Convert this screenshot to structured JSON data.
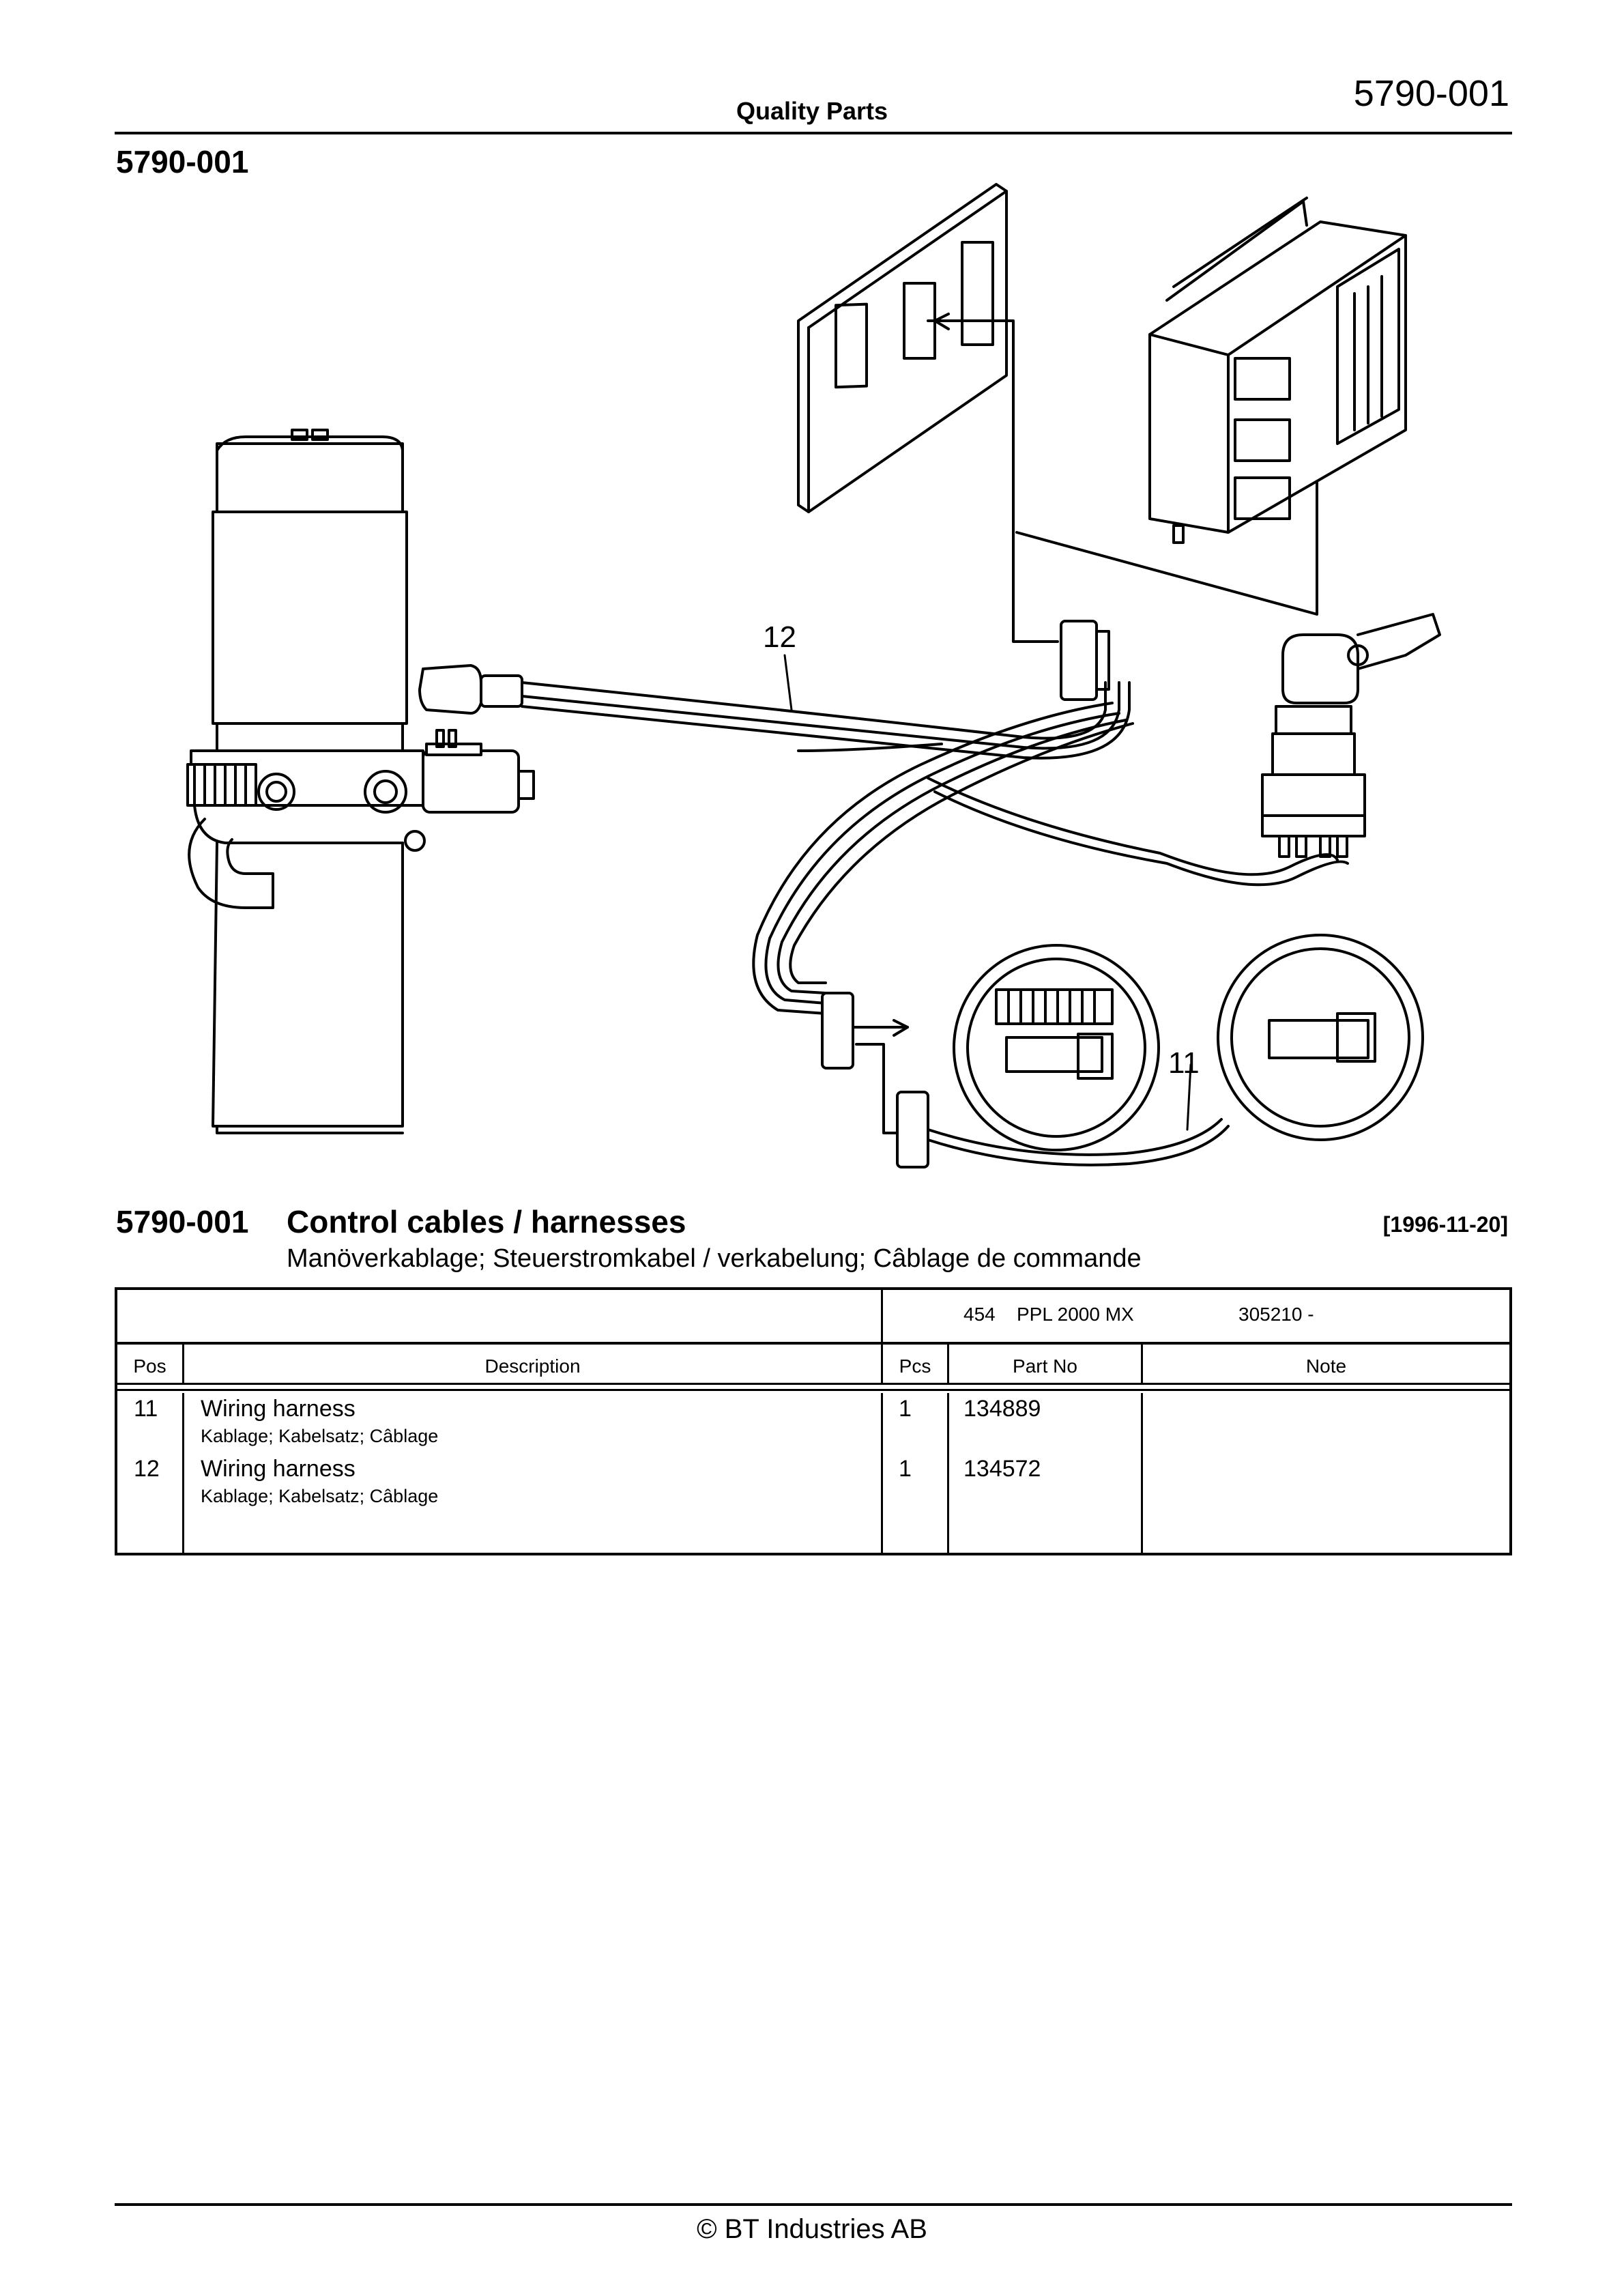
{
  "header": {
    "doc_number": "5790-001",
    "title": "Quality Parts"
  },
  "section": {
    "number": "5790-001",
    "title": "Control cables / harnesses",
    "date": "[1996-11-20]",
    "subtitle": "Manöverkablage; Steuerstromkabel / verkabelung; Câblage de commande"
  },
  "diagram": {
    "callouts": [
      "12",
      "11"
    ]
  },
  "table": {
    "model": {
      "code": "454",
      "name": "PPL 2000 MX",
      "serial": "305210 -"
    },
    "columns": [
      "Pos",
      "Description",
      "Pcs",
      "Part No",
      "Note"
    ],
    "rows": [
      {
        "pos": "11",
        "description": "Wiring harness",
        "sub": "Kablage; Kabelsatz; Câblage",
        "pcs": "1",
        "part_no": "134889",
        "note": ""
      },
      {
        "pos": "12",
        "description": "Wiring harness",
        "sub": "Kablage; Kabelsatz; Câblage",
        "pcs": "1",
        "part_no": "134572",
        "note": ""
      }
    ]
  },
  "footer": {
    "text": "© BT Industries AB"
  }
}
